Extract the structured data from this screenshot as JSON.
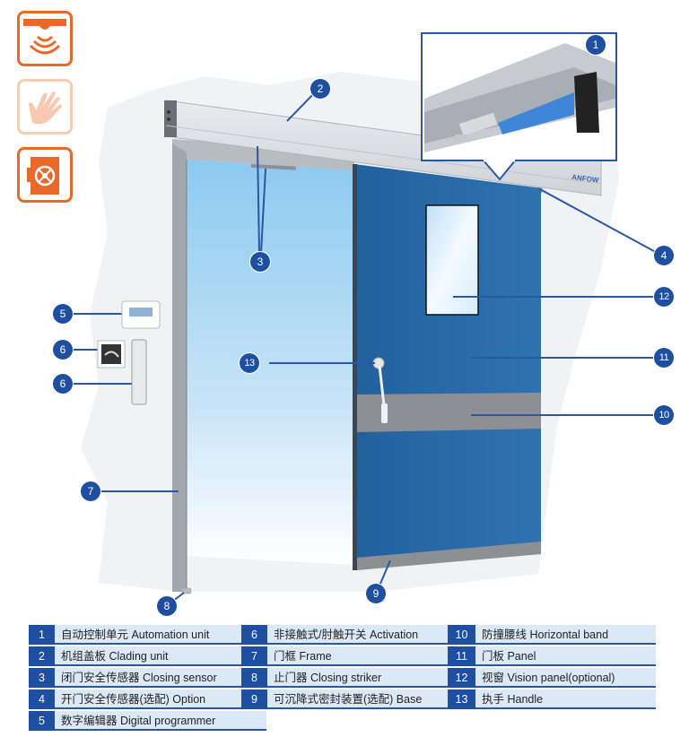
{
  "brand_logo_text": "ANFOW",
  "feature_icons": [
    {
      "name": "sensor-activation",
      "icon": "sensor-waves-icon"
    },
    {
      "name": "touchless-hand",
      "icon": "hand-wave-icon"
    },
    {
      "name": "switch-button",
      "icon": "safe-switch-icon"
    }
  ],
  "callouts": [
    {
      "id": "1",
      "label": "1"
    },
    {
      "id": "2",
      "label": "2"
    },
    {
      "id": "3",
      "label": "3"
    },
    {
      "id": "4",
      "label": "4"
    },
    {
      "id": "5",
      "label": "5"
    },
    {
      "id": "6a",
      "label": "6"
    },
    {
      "id": "6b",
      "label": "6"
    },
    {
      "id": "7",
      "label": "7"
    },
    {
      "id": "8",
      "label": "8"
    },
    {
      "id": "9",
      "label": "9"
    },
    {
      "id": "10",
      "label": "10"
    },
    {
      "id": "11",
      "label": "11"
    },
    {
      "id": "12",
      "label": "12"
    },
    {
      "id": "13",
      "label": "13"
    }
  ],
  "legend": {
    "columns": [
      [
        {
          "num": "1",
          "label": "自动控制单元 Automation unit"
        },
        {
          "num": "2",
          "label": "机组盖板 Clading unit"
        },
        {
          "num": "3",
          "label": "闭门安全传感器 Closing sensor"
        },
        {
          "num": "4",
          "label": "开门安全传感器(选配) Option"
        },
        {
          "num": "5",
          "label": "数字编辑器 Digital programmer"
        }
      ],
      [
        {
          "num": "6",
          "label": "非接触式/肘触开关 Activation"
        },
        {
          "num": "7",
          "label": "门框 Frame"
        },
        {
          "num": "8",
          "label": "止门器 Closing striker"
        },
        {
          "num": "9",
          "label": "可沉降式密封装置(选配) Base"
        }
      ],
      [
        {
          "num": "10",
          "label": "防撞腰线 Horizontal band"
        },
        {
          "num": "11",
          "label": "门板 Panel"
        },
        {
          "num": "12",
          "label": "视窗 Vision panel(optional)"
        },
        {
          "num": "13",
          "label": "执手 Handle"
        }
      ]
    ]
  },
  "colors": {
    "accent_orange": "#e8692a",
    "callout_blue": "#1f4fa0",
    "door_panel_blue": "#2b6aa6",
    "legend_bg": "#dbe9f7"
  }
}
